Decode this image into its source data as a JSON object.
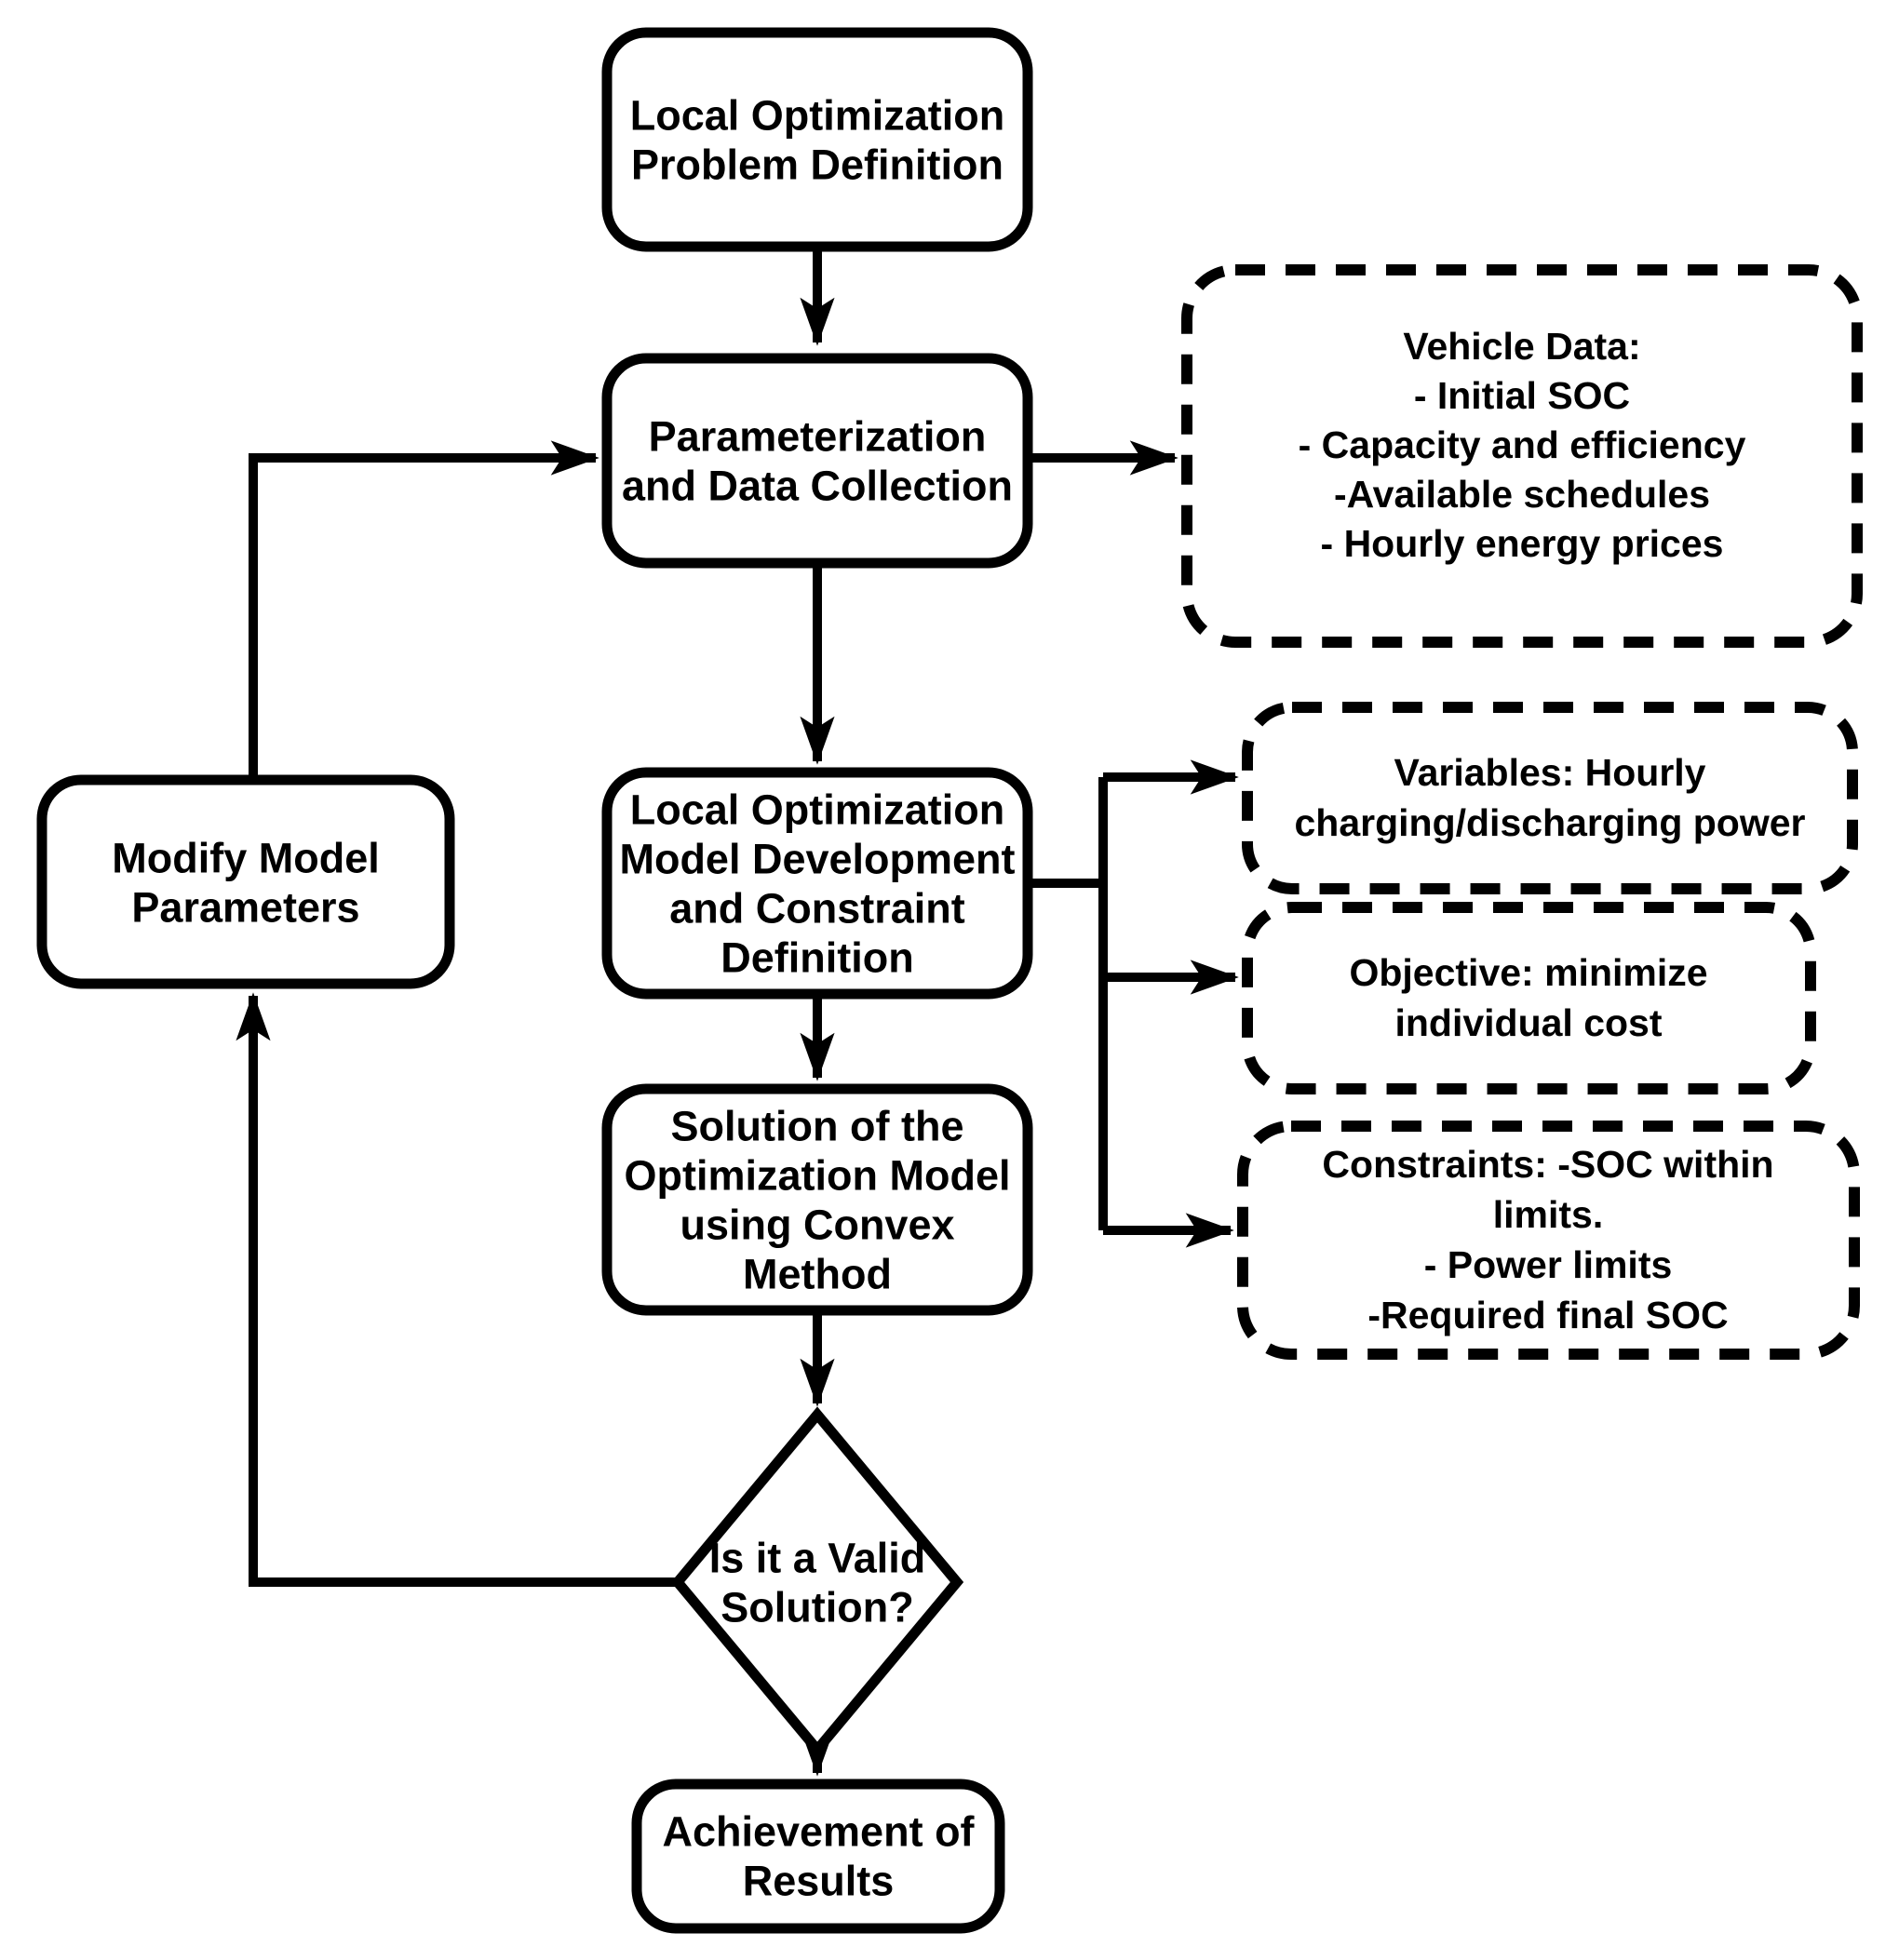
{
  "diagram": {
    "colors": {
      "background": "#ffffff",
      "line": "#000000",
      "text": "#000000"
    },
    "nodes": {
      "problem": {
        "lines": [
          "Local Optimization",
          "Problem Definition"
        ]
      },
      "parameterization": {
        "lines": [
          "Parameterization",
          "and Data Collection"
        ]
      },
      "model_dev": {
        "lines": [
          "Local Optimization",
          "Model Development",
          "and Constraint",
          "Definition"
        ]
      },
      "solution": {
        "lines": [
          "Solution of the",
          "Optimization Model",
          "using Convex",
          "Method"
        ]
      },
      "decision": {
        "lines": [
          "Is it a Valid",
          "Solution?"
        ]
      },
      "achievement": {
        "lines": [
          "Achievement of",
          "Results"
        ]
      },
      "modify": {
        "lines": [
          "Modify Model",
          "Parameters"
        ]
      },
      "vehicle_data": {
        "lines": [
          "Vehicle Data:",
          "- Initial SOC",
          "- Capacity and efficiency",
          "-Available schedules",
          "- Hourly energy prices"
        ]
      },
      "variables": {
        "lines": [
          "Variables: Hourly",
          "charging/discharging power"
        ]
      },
      "objective": {
        "lines": [
          "Objective: minimize",
          "individual cost"
        ]
      },
      "constraints": {
        "lines": [
          "Constraints: -SOC within",
          "limits.",
          "- Power limits",
          "-Required final SOC"
        ]
      }
    }
  }
}
